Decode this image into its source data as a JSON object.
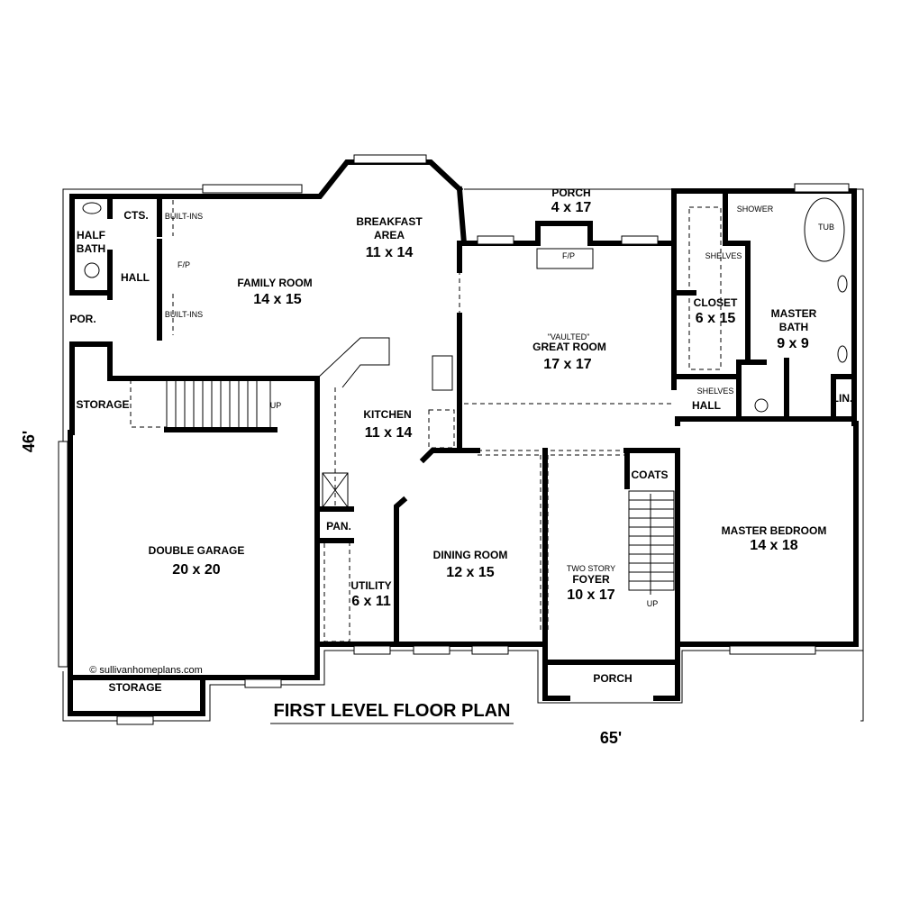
{
  "plan_title": "FIRST LEVEL FLOOR PLAN",
  "dimensions": {
    "width": "65'",
    "depth": "46'"
  },
  "copyright": "© sullivanhomeplans.com",
  "rooms": {
    "half_bath": [
      "HALF",
      "BATH"
    ],
    "cts": "CTS.",
    "hall_left": "HALL",
    "por": "POR.",
    "built_ins_top": "BUILT-INS",
    "built_ins_bottom": "BUILT-INS",
    "fp_family": "F/P",
    "family_room": {
      "name": "FAMILY ROOM",
      "size": "14 x 15"
    },
    "breakfast": {
      "name": [
        "BREAKFAST",
        "AREA"
      ],
      "size": "11 x 14"
    },
    "porch_rear": {
      "name": "PORCH",
      "size": "4 x 17"
    },
    "fp_great": "F/P",
    "great_room": {
      "note": "\"VAULTED\"",
      "name": "GREAT ROOM",
      "size": "17 x 17"
    },
    "closet": {
      "name": "CLOSET",
      "size": "6 x 15"
    },
    "shower": "SHOWER",
    "tub": "TUB",
    "shelves_closet": "SHELVES",
    "master_bath": {
      "name": [
        "MASTER",
        "BATH"
      ],
      "size": "9 x 9"
    },
    "shelves_hall": "SHELVES",
    "hall_right": "HALL",
    "lin": "LIN.",
    "storage_left": "STORAGE",
    "stair_up_left": "UP",
    "kitchen": {
      "name": "KITCHEN",
      "size": "11 x 14"
    },
    "pan": "PAN.",
    "utility": {
      "name": "UTILITY",
      "size": "6 x 11"
    },
    "double_garage": {
      "name": "DOUBLE GARAGE",
      "size": "20 x 20"
    },
    "storage_bottom": "STORAGE",
    "dining_room": {
      "name": "DINING ROOM",
      "size": "12 x 15"
    },
    "foyer": {
      "name": [
        "TWO STORY",
        "FOYER"
      ],
      "size": "10 x 17"
    },
    "stair_up_foyer": "UP",
    "coats": "COATS",
    "master_bedroom": {
      "name": "MASTER BEDROOM",
      "size": "14 x 18"
    },
    "porch_front": "PORCH"
  }
}
